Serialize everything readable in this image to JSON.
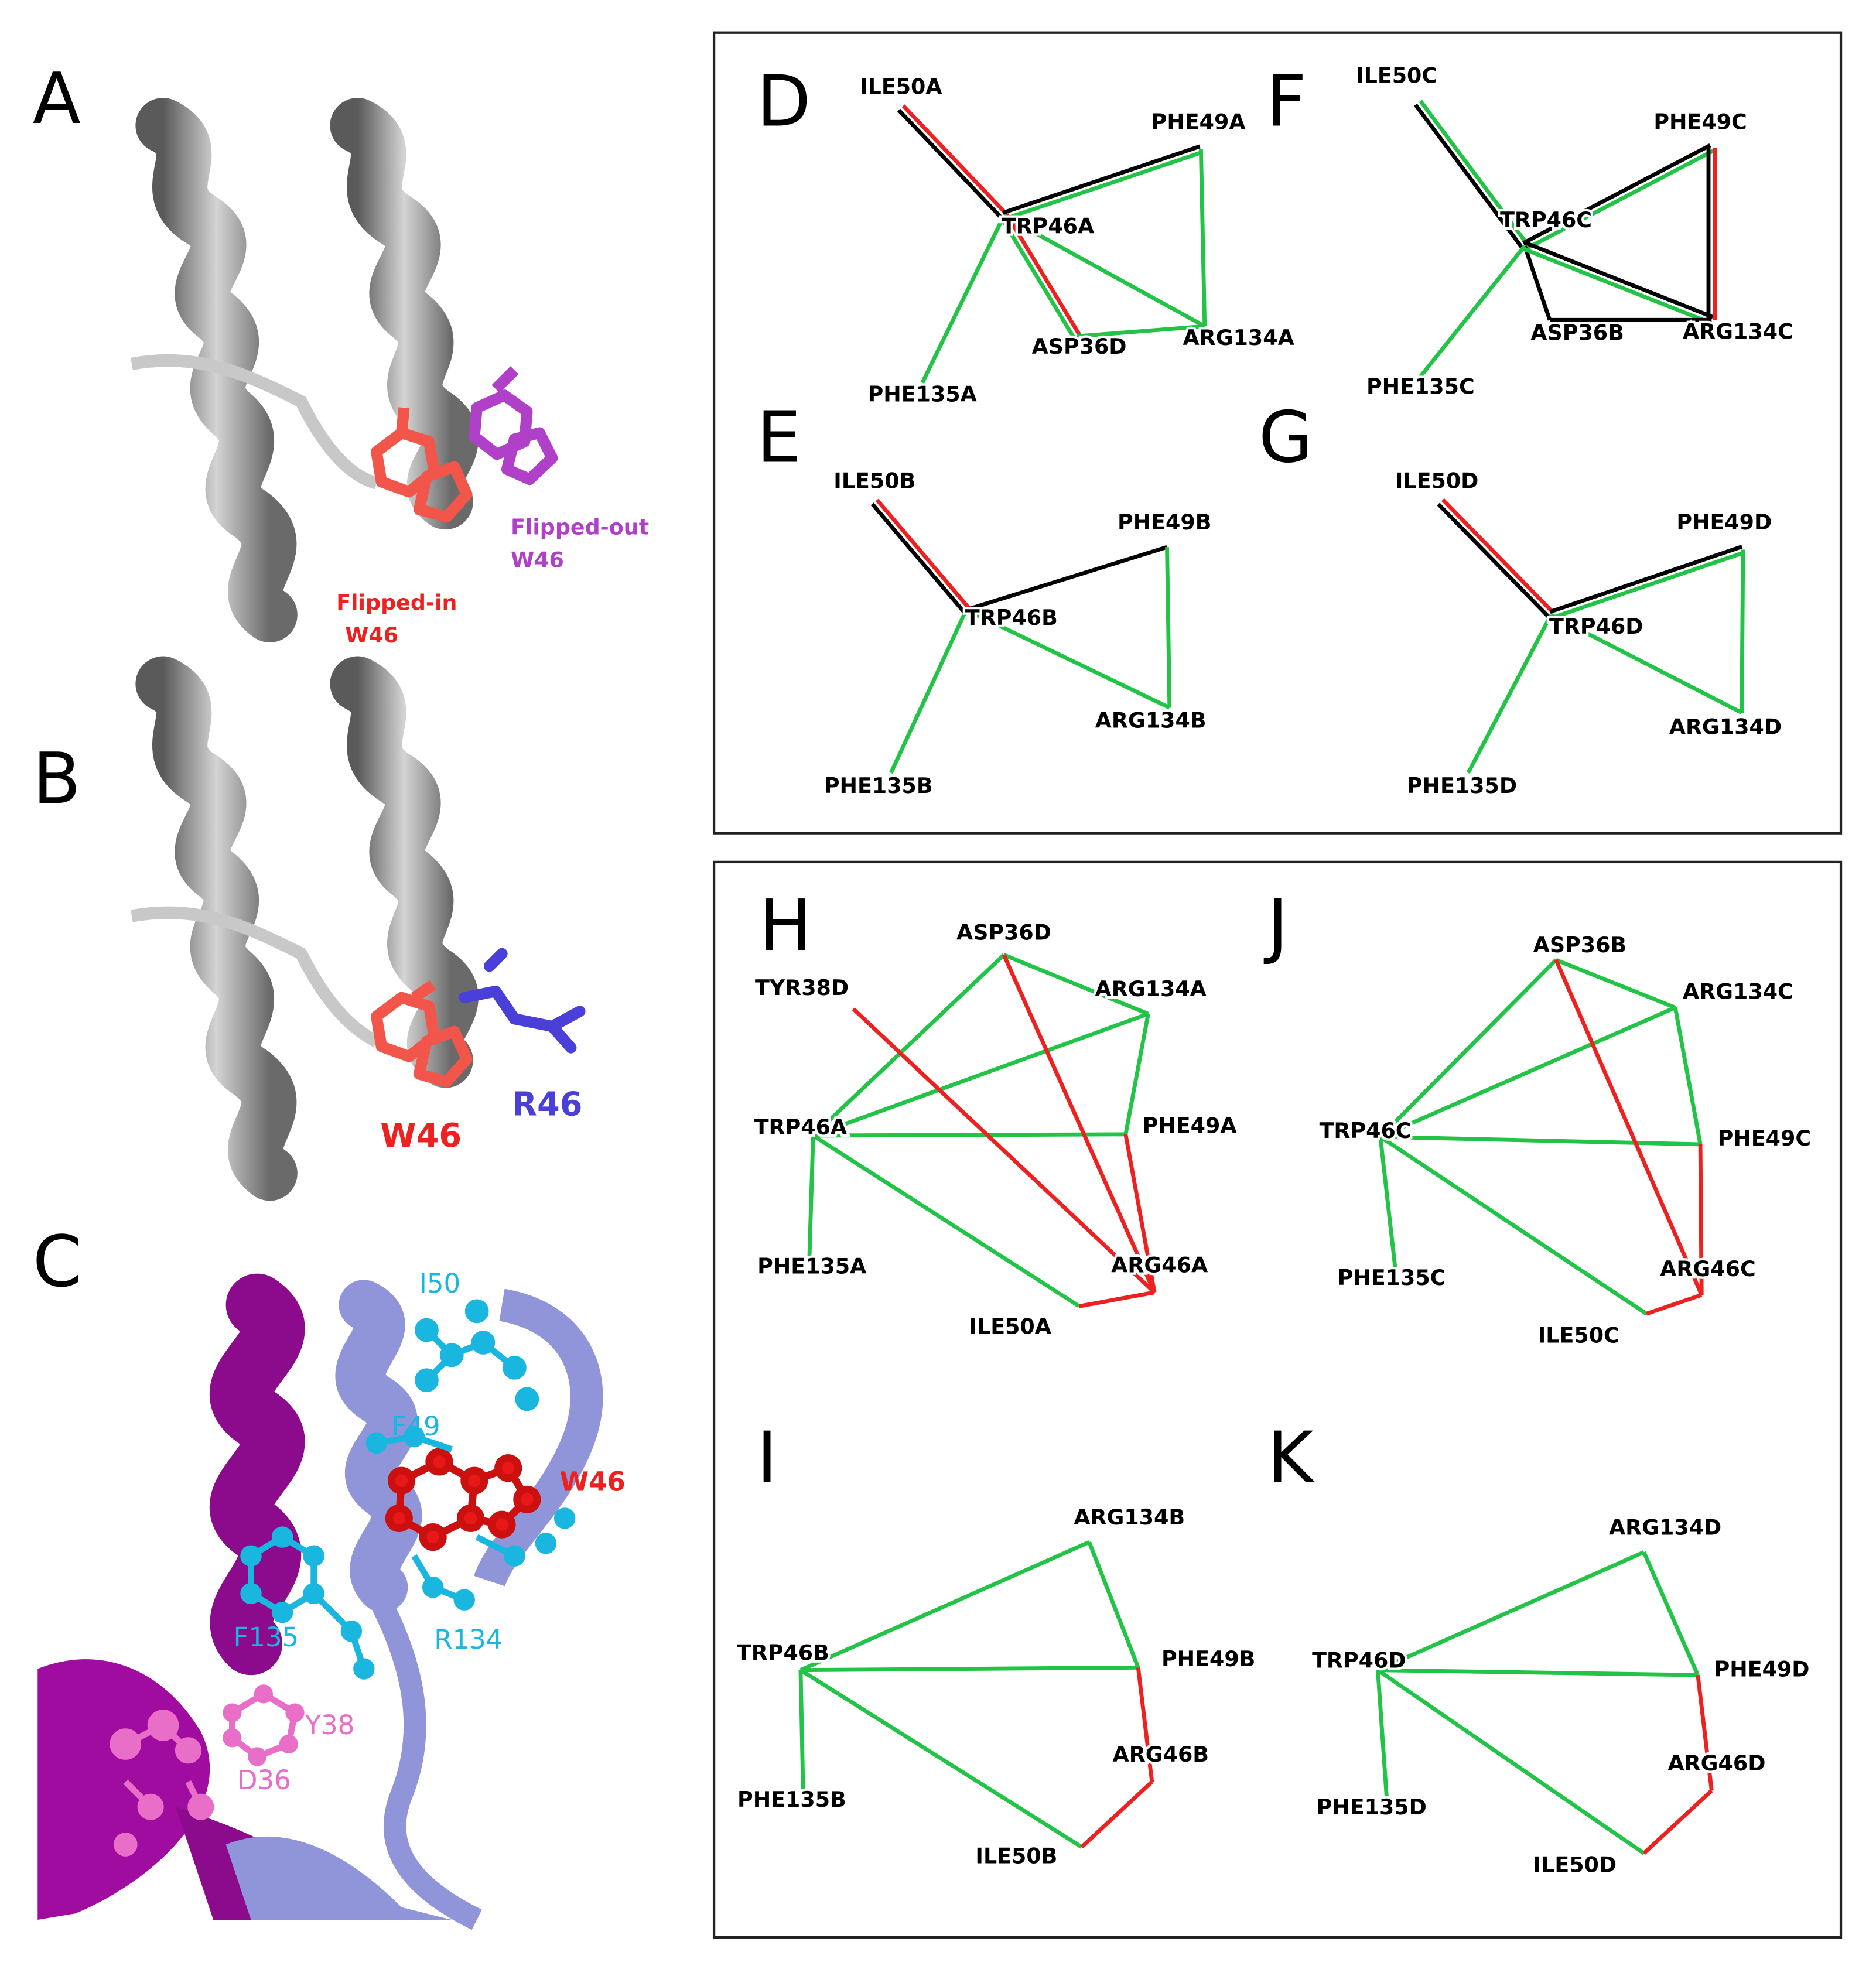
{
  "panel_letters": {
    "A": "A",
    "B": "B",
    "C": "C",
    "D": "D",
    "E": "E",
    "F": "F",
    "G": "G",
    "H": "H",
    "I": "I",
    "J": "J",
    "K": "K"
  },
  "panelA": {
    "flipped_in_line1": "Flipped-in",
    "flipped_in_line2": "W46",
    "flipped_out_line1": "Flipped-out",
    "flipped_out_line2": "W46"
  },
  "panelB": {
    "w46": "W46",
    "r46": "R46"
  },
  "panelC": {
    "i50": "I50",
    "f49": "F49",
    "w46": "W46",
    "f135": "F135",
    "r134": "R134",
    "y38": "Y38",
    "d36": "D36"
  },
  "colors": {
    "green": "#22c447",
    "red": "#ee2020",
    "black": "#000000",
    "w_red": "#f2554a",
    "w_purple": "#b040c8",
    "r_blue": "#4a3fd8",
    "label_cyan": "#19b6e0",
    "label_pink": "#e86ec8",
    "helix_gray": "#8c8c8c",
    "chain_magenta": "#8c0a8c",
    "chain_lavender": "#9094d8"
  },
  "networks": {
    "D": {
      "nodes": {
        "ile50": "ILE50A",
        "phe49": "PHE49A",
        "trp46": "TRP46A",
        "asp36": "ASP36D",
        "arg134": "ARG134A",
        "phe135": "PHE135A"
      },
      "edges": [
        [
          "trp46",
          "ile50",
          "k"
        ],
        [
          "trp46",
          "ile50",
          "r"
        ],
        [
          "trp46",
          "phe49",
          "k"
        ],
        [
          "trp46",
          "phe49",
          "g"
        ],
        [
          "trp46",
          "asp36",
          "r"
        ],
        [
          "trp46",
          "asp36",
          "g"
        ],
        [
          "trp46",
          "arg134",
          "g"
        ],
        [
          "trp46",
          "phe135",
          "g"
        ],
        [
          "phe49",
          "arg134",
          "g"
        ],
        [
          "asp36",
          "arg134",
          "g"
        ]
      ]
    },
    "E": {
      "nodes": {
        "ile50": "ILE50B",
        "phe49": "PHE49B",
        "trp46": "TRP46B",
        "arg134": "ARG134B",
        "phe135": "PHE135B"
      },
      "edges": [
        [
          "trp46",
          "ile50",
          "k"
        ],
        [
          "trp46",
          "ile50",
          "r"
        ],
        [
          "trp46",
          "phe49",
          "k"
        ],
        [
          "trp46",
          "arg134",
          "g"
        ],
        [
          "trp46",
          "phe135",
          "g"
        ],
        [
          "phe49",
          "arg134",
          "g"
        ]
      ]
    },
    "F": {
      "nodes": {
        "ile50": "ILE50C",
        "phe49": "PHE49C",
        "trp46": "TRP46C",
        "asp36": "ASP36B",
        "arg134": "ARG134C",
        "phe135": "PHE135C"
      },
      "edges": [
        [
          "trp46",
          "ile50",
          "k"
        ],
        [
          "trp46",
          "ile50",
          "g"
        ],
        [
          "trp46",
          "phe49",
          "k"
        ],
        [
          "trp46",
          "phe49",
          "g"
        ],
        [
          "trp46",
          "asp36",
          "k"
        ],
        [
          "trp46",
          "arg134",
          "k"
        ],
        [
          "trp46",
          "arg134",
          "g"
        ],
        [
          "trp46",
          "phe135",
          "g"
        ],
        [
          "phe49",
          "arg134",
          "r"
        ],
        [
          "phe49",
          "arg134",
          "k"
        ],
        [
          "asp36",
          "arg134",
          "k"
        ]
      ]
    },
    "G": {
      "nodes": {
        "ile50": "ILE50D",
        "phe49": "PHE49D",
        "trp46": "TRP46D",
        "arg134": "ARG134D",
        "phe135": "PHE135D"
      },
      "edges": [
        [
          "trp46",
          "ile50",
          "k"
        ],
        [
          "trp46",
          "ile50",
          "r"
        ],
        [
          "trp46",
          "phe49",
          "k"
        ],
        [
          "trp46",
          "phe49",
          "g"
        ],
        [
          "trp46",
          "arg134",
          "g"
        ],
        [
          "trp46",
          "phe135",
          "g"
        ],
        [
          "phe49",
          "arg134",
          "g"
        ]
      ]
    },
    "H": {
      "nodes": {
        "asp36": "ASP36D",
        "tyr38": "TYR38D",
        "arg134": "ARG134A",
        "trp46": "TRP46A",
        "phe49": "PHE49A",
        "phe135": "PHE135A",
        "arg46": "ARG46A",
        "ile50": "ILE50A"
      },
      "edges": [
        [
          "trp46",
          "asp36",
          "g"
        ],
        [
          "trp46",
          "arg134",
          "g"
        ],
        [
          "trp46",
          "phe49",
          "g"
        ],
        [
          "trp46",
          "phe135",
          "g"
        ],
        [
          "trp46",
          "ile50",
          "g"
        ],
        [
          "asp36",
          "arg134",
          "g"
        ],
        [
          "arg134",
          "phe49",
          "g"
        ],
        [
          "tyr38",
          "arg46",
          "r"
        ],
        [
          "asp36",
          "arg46",
          "r"
        ],
        [
          "phe49",
          "arg46",
          "r"
        ],
        [
          "arg46",
          "ile50",
          "r"
        ]
      ]
    },
    "I": {
      "nodes": {
        "arg134": "ARG134B",
        "trp46": "TRP46B",
        "phe49": "PHE49B",
        "phe135": "PHE135B",
        "arg46": "ARG46B",
        "ile50": "ILE50B"
      },
      "edges": [
        [
          "trp46",
          "arg134",
          "g"
        ],
        [
          "trp46",
          "phe49",
          "g"
        ],
        [
          "trp46",
          "phe135",
          "g"
        ],
        [
          "trp46",
          "ile50",
          "g"
        ],
        [
          "arg134",
          "phe49",
          "g"
        ],
        [
          "phe49",
          "arg46",
          "r"
        ],
        [
          "arg46",
          "ile50",
          "r"
        ]
      ]
    },
    "J": {
      "nodes": {
        "asp36": "ASP36B",
        "arg134": "ARG134C",
        "trp46": "TRP46C",
        "phe49": "PHE49C",
        "phe135": "PHE135C",
        "arg46": "ARG46C",
        "ile50": "ILE50C"
      },
      "edges": [
        [
          "trp46",
          "asp36",
          "g"
        ],
        [
          "trp46",
          "arg134",
          "g"
        ],
        [
          "trp46",
          "phe49",
          "g"
        ],
        [
          "trp46",
          "phe135",
          "g"
        ],
        [
          "trp46",
          "ile50",
          "g"
        ],
        [
          "asp36",
          "arg134",
          "g"
        ],
        [
          "arg134",
          "phe49",
          "g"
        ],
        [
          "asp36",
          "arg46",
          "r"
        ],
        [
          "phe49",
          "arg46",
          "r"
        ],
        [
          "arg46",
          "ile50",
          "r"
        ]
      ]
    },
    "K": {
      "nodes": {
        "arg134": "ARG134D",
        "trp46": "TRP46D",
        "phe49": "PHE49D",
        "phe135": "PHE135D",
        "arg46": "ARG46D",
        "ile50": "ILE50D"
      },
      "edges": [
        [
          "trp46",
          "arg134",
          "g"
        ],
        [
          "trp46",
          "phe49",
          "g"
        ],
        [
          "trp46",
          "phe135",
          "g"
        ],
        [
          "trp46",
          "ile50",
          "g"
        ],
        [
          "arg134",
          "phe49",
          "g"
        ],
        [
          "phe49",
          "arg46",
          "r"
        ],
        [
          "arg46",
          "ile50",
          "r"
        ]
      ]
    }
  }
}
